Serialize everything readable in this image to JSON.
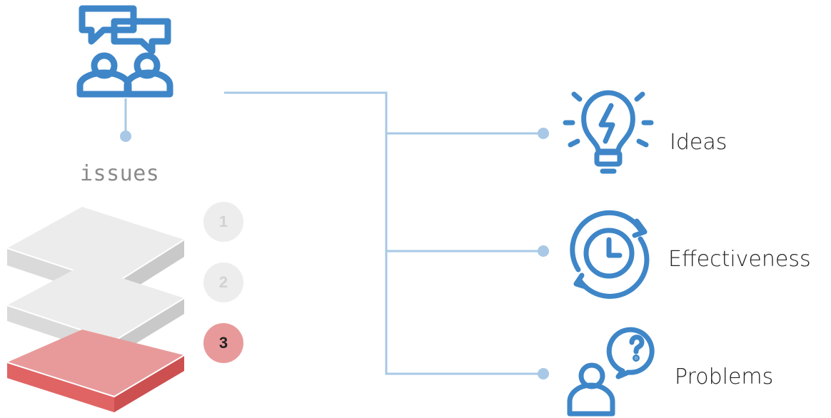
{
  "diagram": {
    "source_label": "issues",
    "layers": [
      {
        "number": "1",
        "highlighted": false
      },
      {
        "number": "2",
        "highlighted": false
      },
      {
        "number": "3",
        "highlighted": true
      }
    ],
    "branches": [
      {
        "label": "Ideas",
        "icon": "lightbulb-icon"
      },
      {
        "label": "Effectiveness",
        "icon": "clock-cycle-icon"
      },
      {
        "label": "Problems",
        "icon": "person-question-icon"
      }
    ],
    "colors": {
      "icon_blue": "#3e86c8",
      "connector": "#a8c8e6",
      "layer_gray": "#ebebeb",
      "layer_highlight": "#e89a9a",
      "number_gray": "#d2d2d2"
    }
  }
}
